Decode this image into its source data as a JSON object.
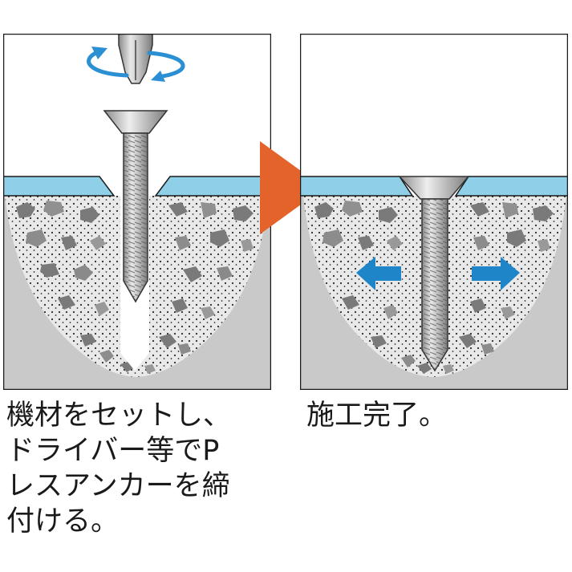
{
  "captions": {
    "step1": [
      "機材をセットし、",
      "ドライバー等でP",
      "レスアンカーを締",
      "付ける。"
    ],
    "step2": "施工完了。"
  },
  "colors": {
    "panel_border": "#1a1a1a",
    "surface_layer": "#8fd0e8",
    "concrete": "#c9c9c9",
    "aggregate_dark": "#6e6e6e",
    "aggregate_light": "#9a9a9a",
    "flow_arrow": "#e4632a",
    "expand_arrow": "#1e86c8",
    "rotate_arrow": "#2b8fd4",
    "screw_metal": "#b8b8b8"
  },
  "icons": {
    "rotation": "rotate-arrow-icon",
    "next_step": "triangle-right-icon",
    "expansion": "double-arrow-icon"
  }
}
